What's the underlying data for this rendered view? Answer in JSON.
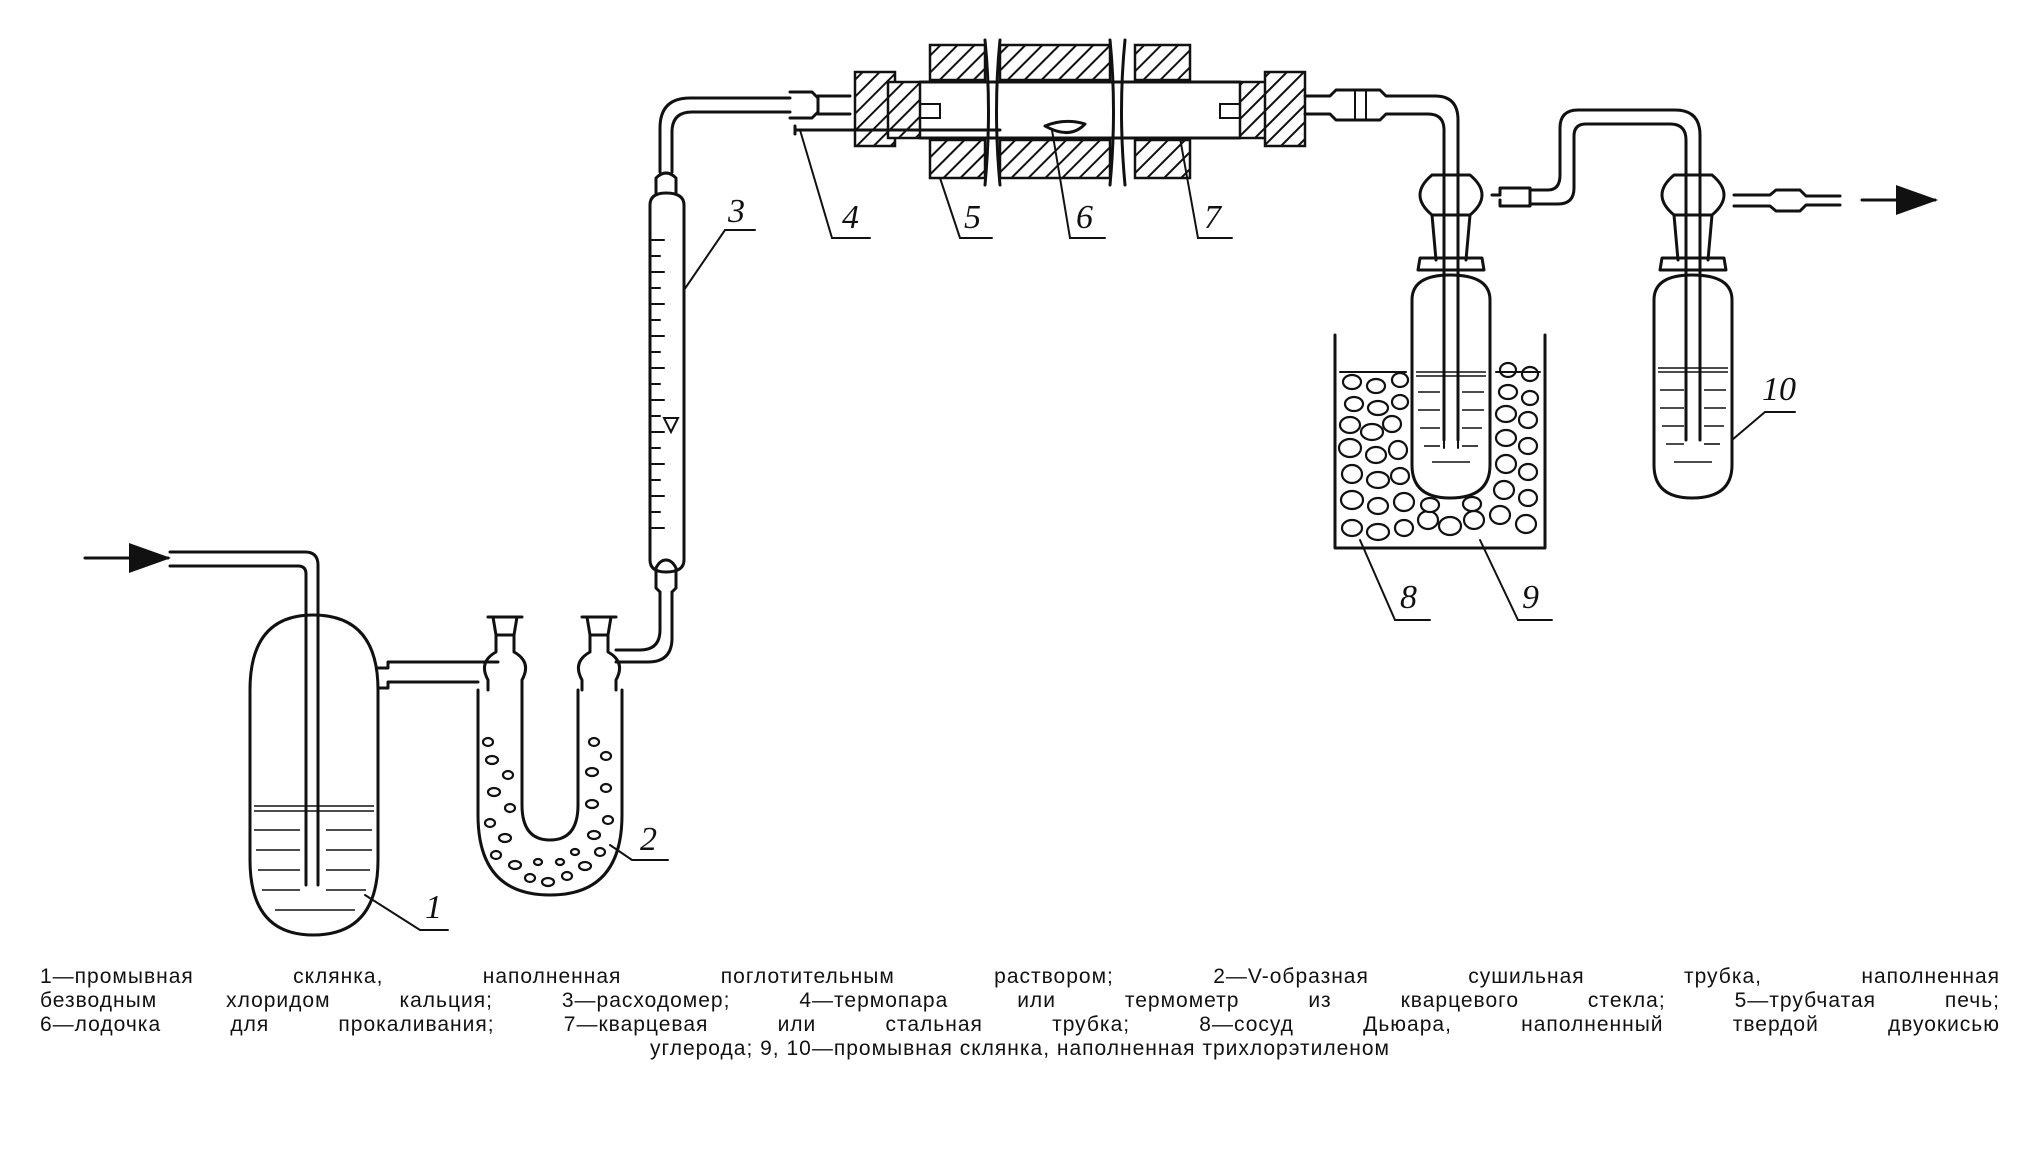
{
  "labels": {
    "n1": "1",
    "n2": "2",
    "n3": "3",
    "n4": "4",
    "n5": "5",
    "n6": "6",
    "n7": "7",
    "n8": "8",
    "n9": "9",
    "n10": "10"
  },
  "caption": {
    "line1": "1—промывная склянка, наполненная поглотительным раствором; 2—V-образная сушильная трубка, наполненная",
    "line2": "безводным хлоридом кальция; 3—расходомер; 4—термопара или термометр из кварцевого стекла; 5—трубчатая печь;",
    "line3": "6—лодочка для прокаливания; 7—кварцевая или стальная трубка; 8—сосуд Дьюара, наполненный твердой двуокисью",
    "line4": "углерода; 9, 10—промывная склянка, наполненная трихлорэтиленом"
  }
}
